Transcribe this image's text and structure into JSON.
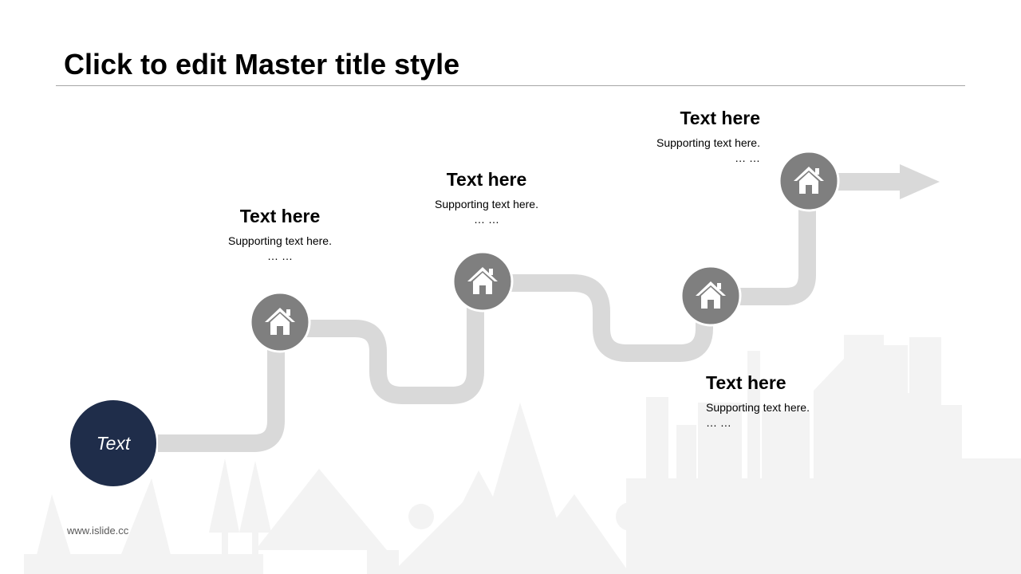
{
  "slide": {
    "title": "Click to edit Master title style",
    "footer": "www.islide.cc"
  },
  "timeline": {
    "start_label": "Text",
    "steps": [
      {
        "heading": "Text here",
        "support": "Supporting text here.",
        "ellipsis": "… …"
      },
      {
        "heading": "Text here",
        "support": "Supporting text here.",
        "ellipsis": "… …"
      },
      {
        "heading": "Text here",
        "support": "Supporting text here.",
        "ellipsis": "… …"
      },
      {
        "heading": "Text here",
        "support": "Supporting text here.",
        "ellipsis": "… …"
      }
    ]
  },
  "colors": {
    "start_circle": "#1f2d4a",
    "node_circle": "#7f7f7f",
    "path": "#d9d9d9",
    "skyline": "#f2f2f2"
  },
  "icons": {
    "node": "house-icon",
    "end": "arrow-right-icon"
  }
}
